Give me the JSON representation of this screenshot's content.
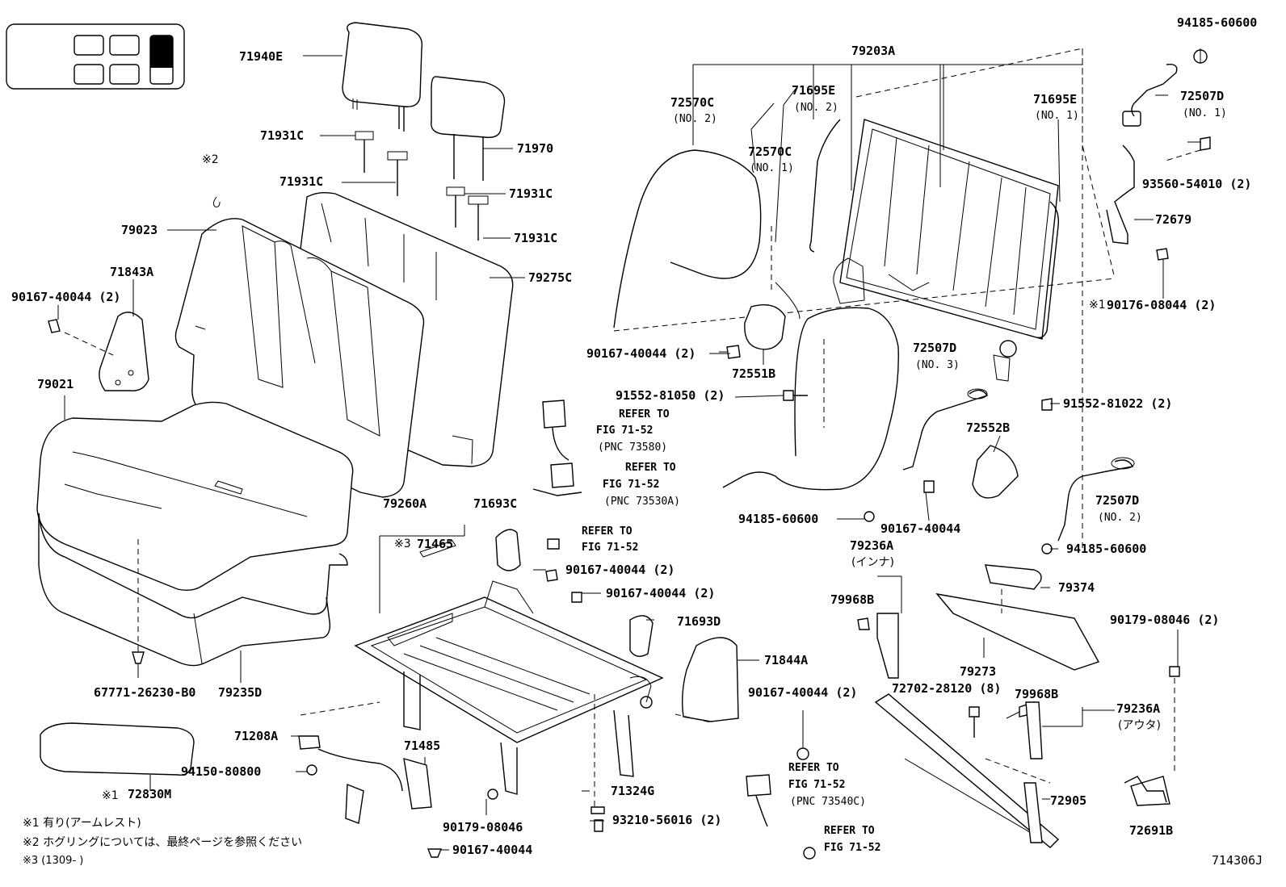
{
  "labels": {
    "p71940E": "71940E",
    "p71931C_a": "71931C",
    "p71931C_b": "71931C",
    "p71931C_c": "71931C",
    "p71931C_d": "71931C",
    "p71970": "71970",
    "p79023": "79023",
    "p79275C": "79275C",
    "p71843A": "71843A",
    "p90167_40044_2_a": "90167-40044 (2)",
    "p79021": "79021",
    "p79203A": "79203A",
    "p72570C_2": "72570C",
    "p72570C_2_sub": "(NO. 2)",
    "p71695E_2": "71695E",
    "p71695E_2_sub": "(NO. 2)",
    "p72570C_1": "72570C",
    "p72570C_1_sub": "(NO. 1)",
    "p71695E_1": "71695E",
    "p71695E_1_sub": "(NO. 1)",
    "p94185_60600_a": "94185-60600",
    "p72507D_1": "72507D",
    "p72507D_1_sub": "(NO. 1)",
    "p93560_54010": "93560-54010 (2)",
    "p72679": "72679",
    "p90176_08044": "90176-08044 (2)",
    "p90167_40044_2_b": "90167-40044 (2)",
    "p72551B": "72551B",
    "p72507D_3": "72507D",
    "p72507D_3_sub": "(NO. 3)",
    "p91552_81050": "91552-81050 (2)",
    "p91552_81022": "91552-81022 (2)",
    "p72552B": "72552B",
    "p94185_60600_b": "94185-60600",
    "p90167_40044_c": "90167-40044",
    "p72507D_2": "72507D",
    "p72507D_2_sub": "(NO. 2)",
    "p94185_60600_c": "94185-60600",
    "p79260A": "79260A",
    "p71693C": "71693C",
    "p71465": "71465",
    "p90167_40044_2_d": "90167-40044 (2)",
    "p90167_40044_2_e": "90167-40044 (2)",
    "p71693D": "71693D",
    "p79236A_in": "79236A",
    "p79236A_in_sub": "(インナ)",
    "p79374": "79374",
    "p79968B_a": "79968B",
    "p79273": "79273",
    "p90179_08046_2": "90179-08046 (2)",
    "p71844A": "71844A",
    "p90167_40044_2_f": "90167-40044 (2)",
    "p72702_28120": "72702-28120 (8)",
    "p79968B_b": "79968B",
    "p79236A_out": "79236A",
    "p79236A_out_sub": "(アウタ)",
    "p67771": "67771-26230-B0",
    "p79235D": "79235D",
    "p71208A": "71208A",
    "p71485": "71485",
    "p94150_80800": "94150-80800",
    "p72830M": "72830M",
    "p71324G": "71324G",
    "p72905": "72905",
    "p90179_08046": "90179-08046",
    "p93210_56016": "93210-56016 (2)",
    "p72691B": "72691B",
    "p90167_40044_g": "90167-40044"
  },
  "refs": {
    "r1_a": "REFER TO",
    "r1_b": "FIG 71-52",
    "r1_c": "(PNC 73580)",
    "r2_a": "REFER TO",
    "r2_b": "FIG 71-52",
    "r2_c": "(PNC 73530A)",
    "r3_a": "REFER TO",
    "r3_b": "FIG 71-52",
    "r4_a": "REFER TO",
    "r4_b": "FIG 71-52",
    "r4_c": "(PNC 73540C)",
    "r5_a": "REFER TO",
    "r5_b": "FIG 71-52"
  },
  "marks": {
    "m2_top": "※2",
    "m1_a": "※1",
    "m3_a": "※3",
    "m1_b": "※1"
  },
  "notes": {
    "n1": "※1 有り(アームレスト)",
    "n2": "※2 ホグリングについては、最終ページを参照ください",
    "n3": "※3 (1309-      )"
  },
  "figure_id": "714306J"
}
